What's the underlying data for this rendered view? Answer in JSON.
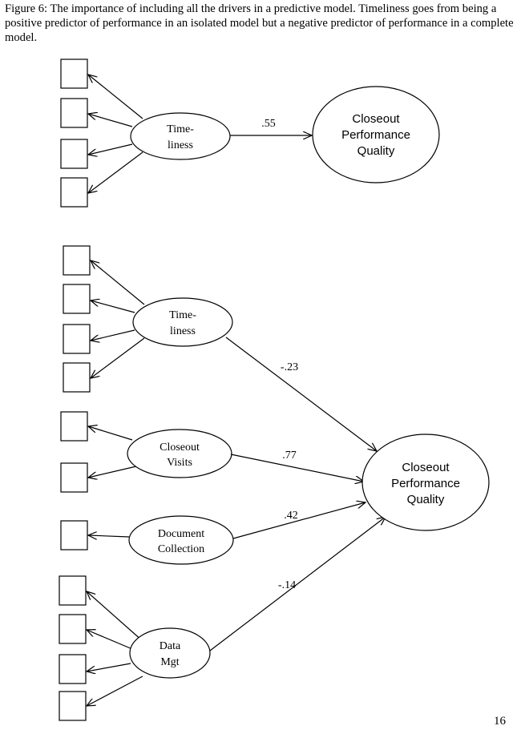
{
  "caption": "Figure 6: The importance of including all the drivers in a predictive model. Timeliness goes from being a positive predictor of performance in an isolated model but a negative predictor of performance in a complete model.",
  "page_number": "16",
  "model_top": {
    "predictor": {
      "line1": "Time-",
      "line2": "liness"
    },
    "outcome": {
      "line1": "Closeout",
      "line2": "Performance",
      "line3": "Quality"
    },
    "coefficient": ".55"
  },
  "model_bottom": {
    "predictors": [
      {
        "line1": "Time-",
        "line2": "liness",
        "coefficient": "-.23"
      },
      {
        "line1": "Closeout",
        "line2": "Visits",
        "coefficient": ".77"
      },
      {
        "line1": "Document",
        "line2": "Collection",
        "coefficient": ".42"
      },
      {
        "line1": "Data",
        "line2": "Mgt",
        "coefficient": "-.14"
      }
    ],
    "outcome": {
      "line1": "Closeout",
      "line2": "Performance",
      "line3": "Quality"
    }
  }
}
